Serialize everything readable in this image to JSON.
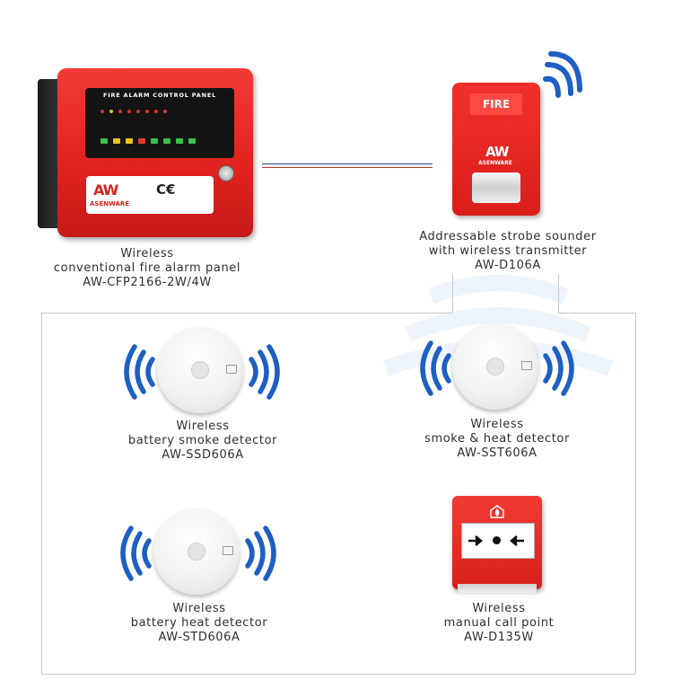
{
  "panel": {
    "title": "FIRE ALARM CONTROL PANEL",
    "logo": "AW",
    "brand": "ASENWARE",
    "caption": [
      "Wireless",
      "conventional fire alarm panel",
      "AW-CFP2166-2W/4W"
    ]
  },
  "sounder": {
    "plate": "FIRE",
    "logo": "AW",
    "brand": "ASENWARE",
    "caption": [
      "Addressable strobe sounder",
      "with wireless transmitter",
      "AW-D106A"
    ]
  },
  "devices": [
    {
      "caption": [
        "Wireless",
        "battery smoke detector",
        "AW-SSD606A"
      ]
    },
    {
      "caption": [
        "Wireless",
        "smoke & heat detector",
        "AW-SST606A"
      ]
    },
    {
      "caption": [
        "Wireless",
        "battery heat detector",
        "AW-STD606A"
      ]
    },
    {
      "caption": [
        "Wireless",
        "manual call point",
        "AW-D135W"
      ]
    }
  ],
  "colors": {
    "signal": "#1e5fc4",
    "device_red": "#e0211e",
    "frame": "#c8c8c8",
    "link_blue": "#2a3f8f",
    "link_red": "#c0392b"
  },
  "icons": [
    "wifi-signal-icon",
    "fire-hand-icon",
    "arrow-right-icon",
    "arrow-left-icon"
  ]
}
